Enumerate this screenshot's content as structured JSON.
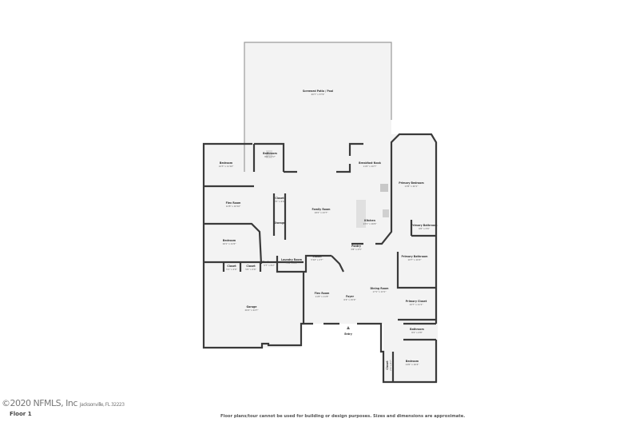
{
  "plan": {
    "floor_label": "Floor 1",
    "copyright": "©2020 NFMLS, Inc",
    "address_fragment": "Jacksonville, FL 32223",
    "disclaimer": "Floor plans/tour cannot be used for building or design purposes. Sizes and dimensions are approximate.",
    "entry_label": "Entry",
    "rooms": [
      {
        "name": "Screened Patio / Pool",
        "dims": "40'7\" x 37'9\""
      },
      {
        "name": "Bedroom",
        "dims": "14'3\" x 11'10\""
      },
      {
        "name": "Bathroom",
        "dims": "8'6\" x 7'2\""
      },
      {
        "name": "Flex Room",
        "dims": "14'8\" x 10'10\""
      },
      {
        "name": "Bedroom",
        "dims": "16'1\" x 11'0\""
      },
      {
        "name": "Closet",
        "dims": "5'1\" x 2'6\""
      },
      {
        "name": "Closet",
        "dims": "5'0\" x 2'6\""
      },
      {
        "name": "Garage",
        "dims": "26'4\" x 24'7\""
      },
      {
        "name": "Washroom",
        "dims": "5'7\" x 6'2\""
      },
      {
        "name": "Laundry Room",
        "dims": "7'11\" x 6'2\""
      },
      {
        "name": "Closet",
        "dims": "5'10\" x 2'7\""
      },
      {
        "name": "Closet",
        "dims": "3'5\" x 6'6\""
      },
      {
        "name": "Storage",
        "dims": ""
      },
      {
        "name": "Family Room",
        "dims": "18'2\" x 23'7\""
      },
      {
        "name": "Breakfast Nook",
        "dims": "11'6\" x 10'7\""
      },
      {
        "name": "Kitchen",
        "dims": "13'1\" x 16'6\""
      },
      {
        "name": "Pantry",
        "dims": "3'8\" x 2'5\""
      },
      {
        "name": "Primary Bedroom",
        "dims": "13'8\" x 20'1\""
      },
      {
        "name": "Primary Bathroom",
        "dims": "6'6\" x 5'6\""
      },
      {
        "name": "Primary Bathroom",
        "dims": "10'7\" x 10'4\""
      },
      {
        "name": "Dining Room",
        "dims": "17'1\" x 13'1\""
      },
      {
        "name": "Foyer",
        "dims": "6'4\" x 15'0\""
      },
      {
        "name": "Flex Room",
        "dims": "11'8\" x 11'8\""
      },
      {
        "name": "Primary Closet",
        "dims": "10'7\" x 11'1\""
      },
      {
        "name": "Bathroom",
        "dims": "8'4\" x 4'8\""
      },
      {
        "name": "Bedroom",
        "dims": "14'6\" x 16'4\""
      },
      {
        "name": "Closet",
        "dims": "2'1\" x 6'7\""
      }
    ]
  }
}
